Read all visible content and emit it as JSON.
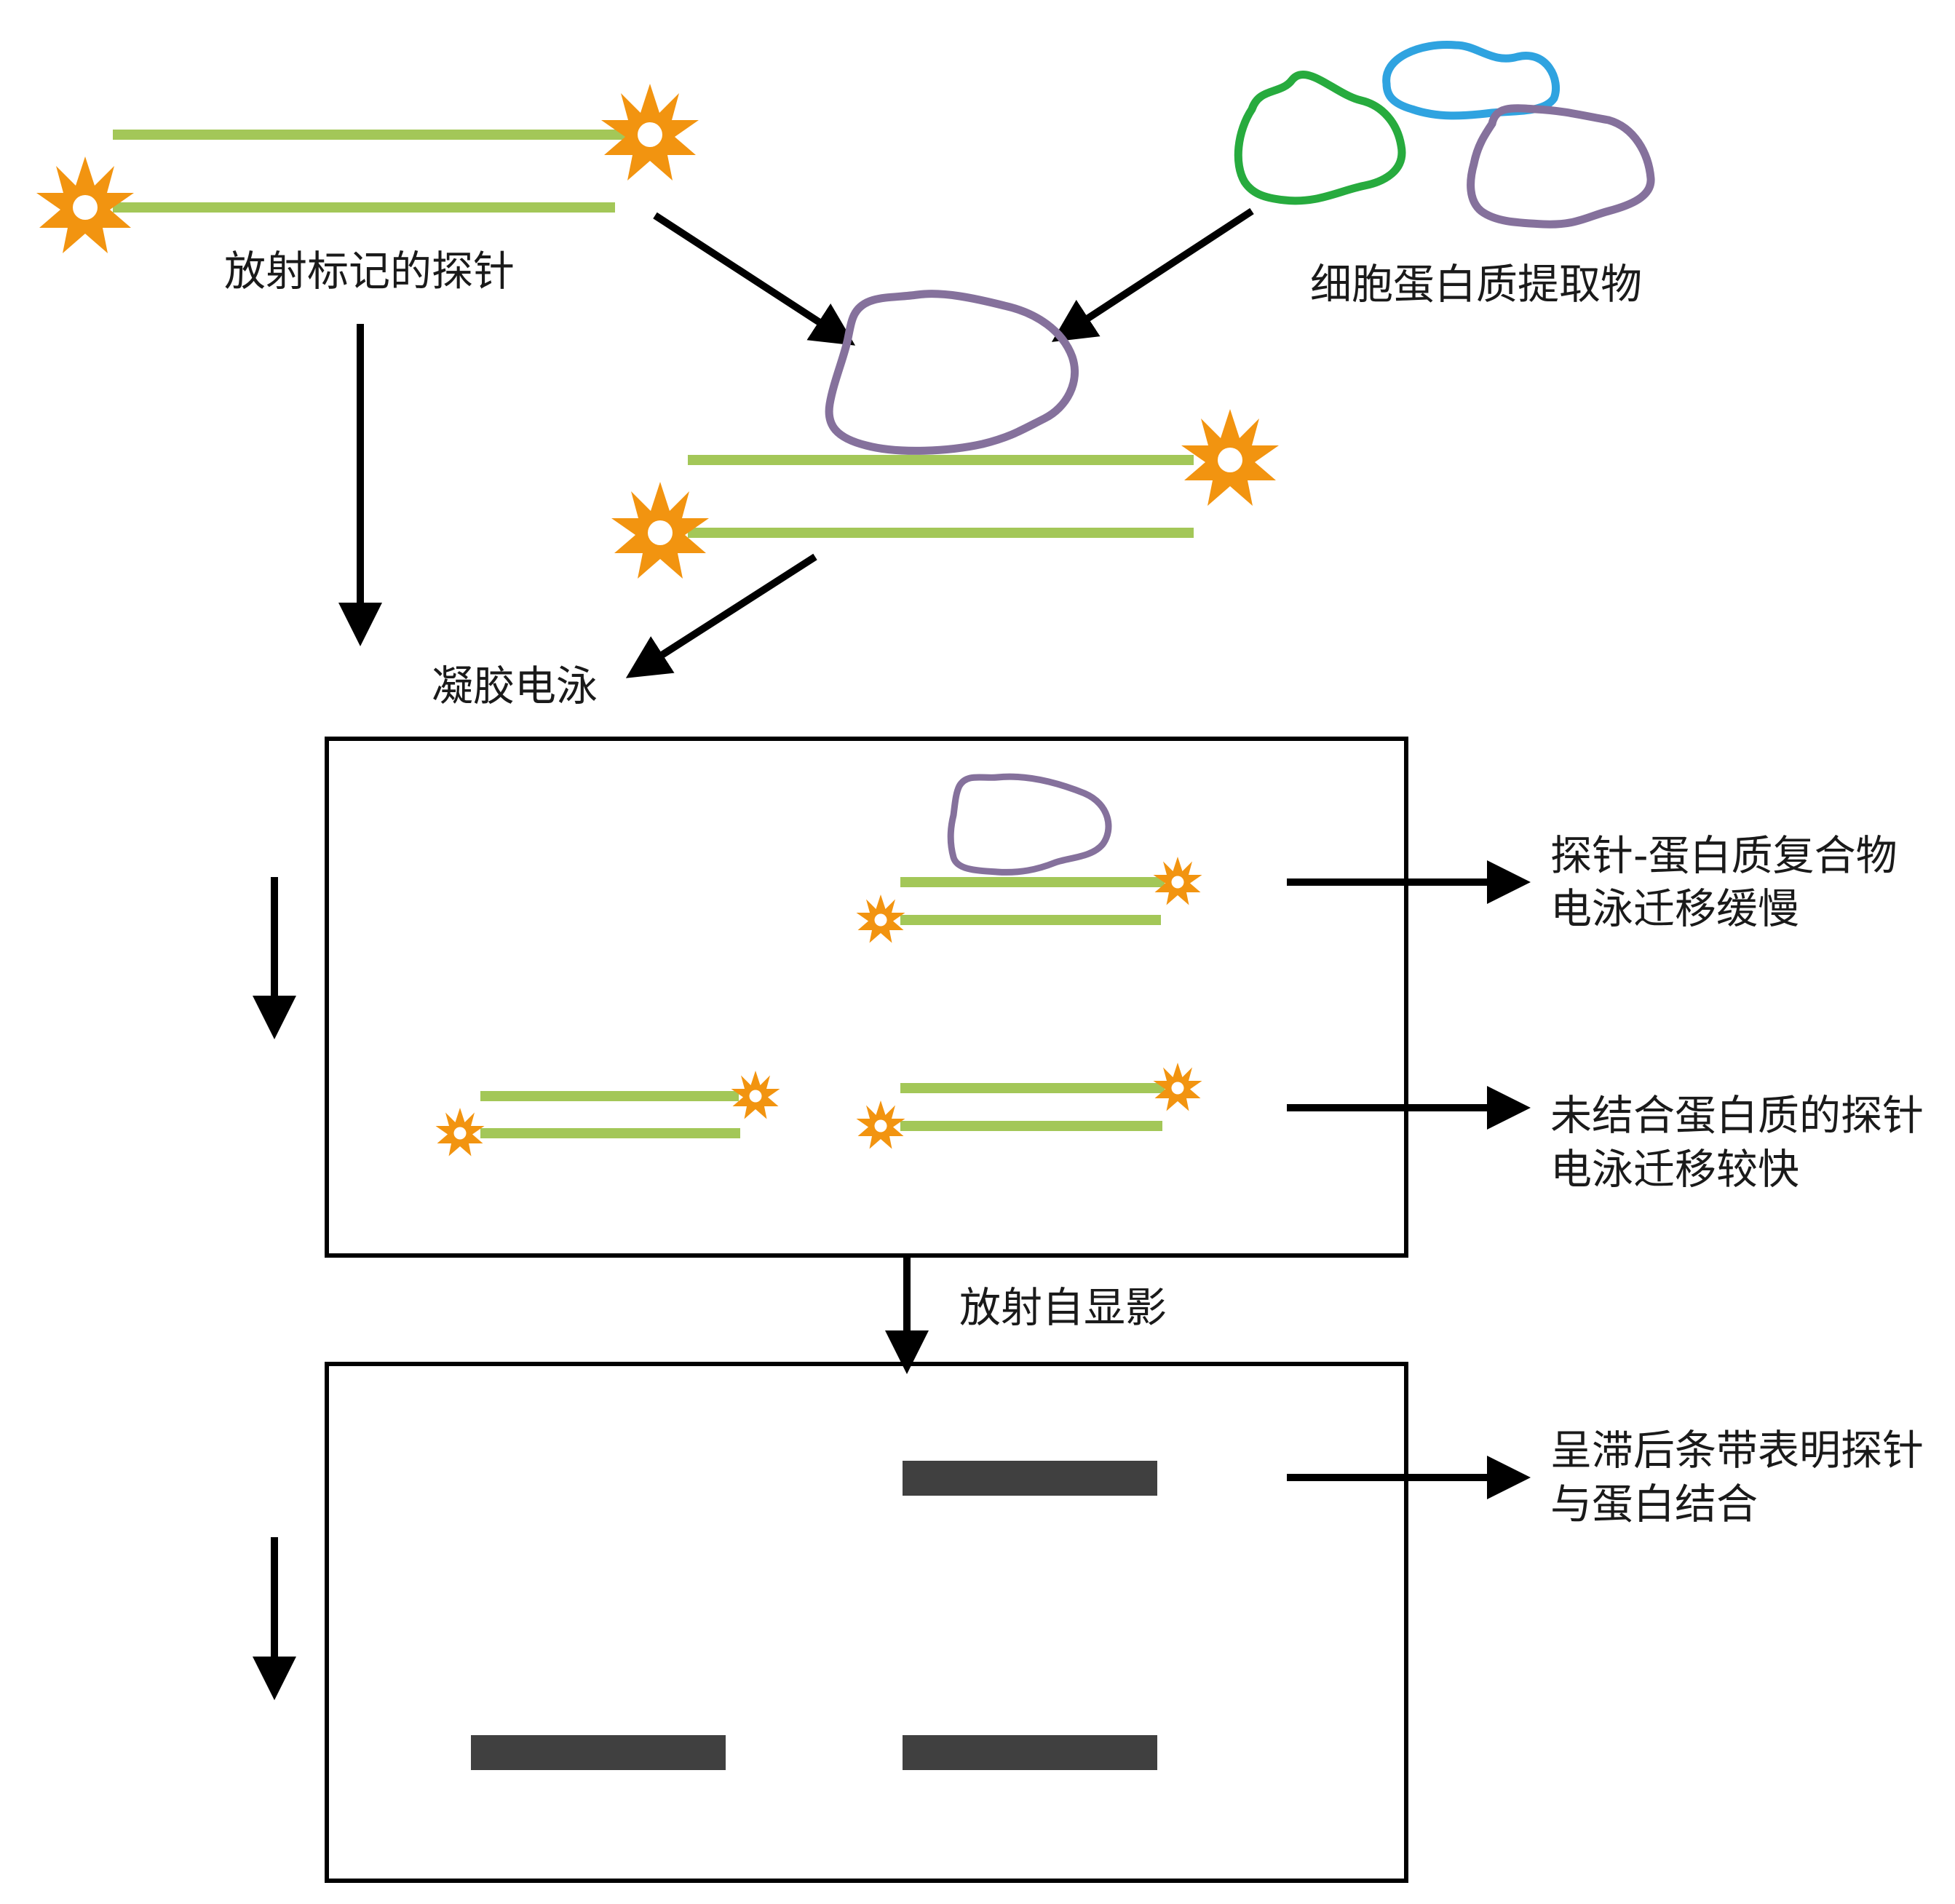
{
  "labels": {
    "probe": "放射标记的探针",
    "extract": "细胞蛋白质提取物",
    "electrophoresis": "凝胶电泳",
    "autorad": "放射自显影",
    "complex_line1": "探针-蛋白质复合物",
    "complex_line2": "电泳迁移缓慢",
    "free_line1": "未结合蛋白质的探针",
    "free_line2": "电泳迁移较快",
    "shift_line1": "呈滞后条带表明探针",
    "shift_line2": "与蛋白结合"
  },
  "colors": {
    "dna": "#a3c758",
    "label_star": "#f29410",
    "protein_purple": "#85719c",
    "protein_green": "#27ab3e",
    "protein_blue": "#2fa3e0",
    "band": "#404040",
    "line": "#000000"
  }
}
